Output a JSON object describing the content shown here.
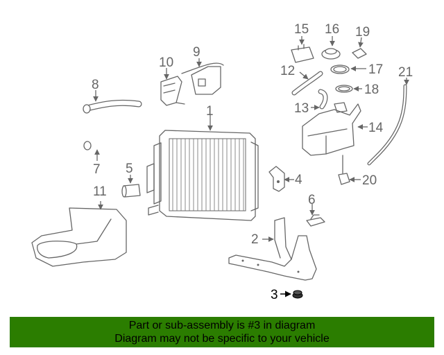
{
  "callouts": {
    "c1": "1",
    "c2": "2",
    "c3": "3",
    "c4": "4",
    "c5": "5",
    "c6": "6",
    "c7": "7",
    "c8": "8",
    "c9": "9",
    "c10": "10",
    "c11": "11",
    "c12": "12",
    "c13": "13",
    "c14": "14",
    "c15": "15",
    "c16": "16",
    "c17": "17",
    "c18": "18",
    "c19": "19",
    "c20": "20",
    "c21": "21"
  },
  "highlighted_part": "3",
  "banner": {
    "line1": "Part or sub-assembly is #3 in diagram",
    "line2": "Diagram may not be specific to your vehicle"
  },
  "colors": {
    "banner_bg": "#2b7d00",
    "line_art": "#666666",
    "highlight": "#000000"
  }
}
